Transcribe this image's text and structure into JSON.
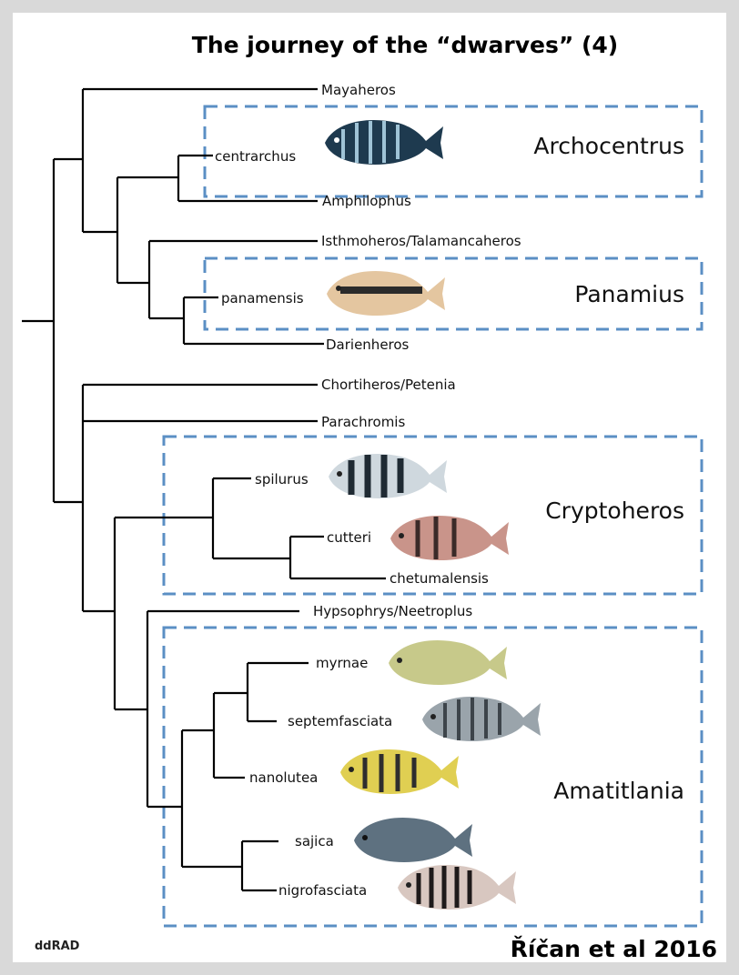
{
  "title": "The journey of the “dwarves” (4)",
  "method_label": "ddRAD",
  "citation": "Říčan et al 2016",
  "groups": {
    "archocentrus": "Archocentrus",
    "panamius": "Panamius",
    "cryptoheros": "Cryptoheros",
    "amatitlania": "Amatitlania"
  },
  "taxa": {
    "mayaheros": "Mayaheros",
    "centrarchus": "centrarchus",
    "amphilophus": "Amphilophus",
    "isthmoheros": "Isthmoheros/Talamancaheros",
    "panamensis": "panamensis",
    "darienheros": "Darienheros",
    "chortiheros": "Chortiheros/Petenia",
    "parachromis": "Parachromis",
    "spilurus": "spilurus",
    "cutteri": "cutteri",
    "chetumalensis": "chetumalensis",
    "hypsophrys": "Hypsophrys/Neetroplus",
    "myrnae": "myrnae",
    "septemfasciata": "septemfasciata",
    "nanolutea": "nanolutea",
    "sajica": "sajica",
    "nigrofasciata": "nigrofasciata"
  },
  "colors": {
    "box_border": "#5b8fc4",
    "background": "#d9d9d9"
  }
}
